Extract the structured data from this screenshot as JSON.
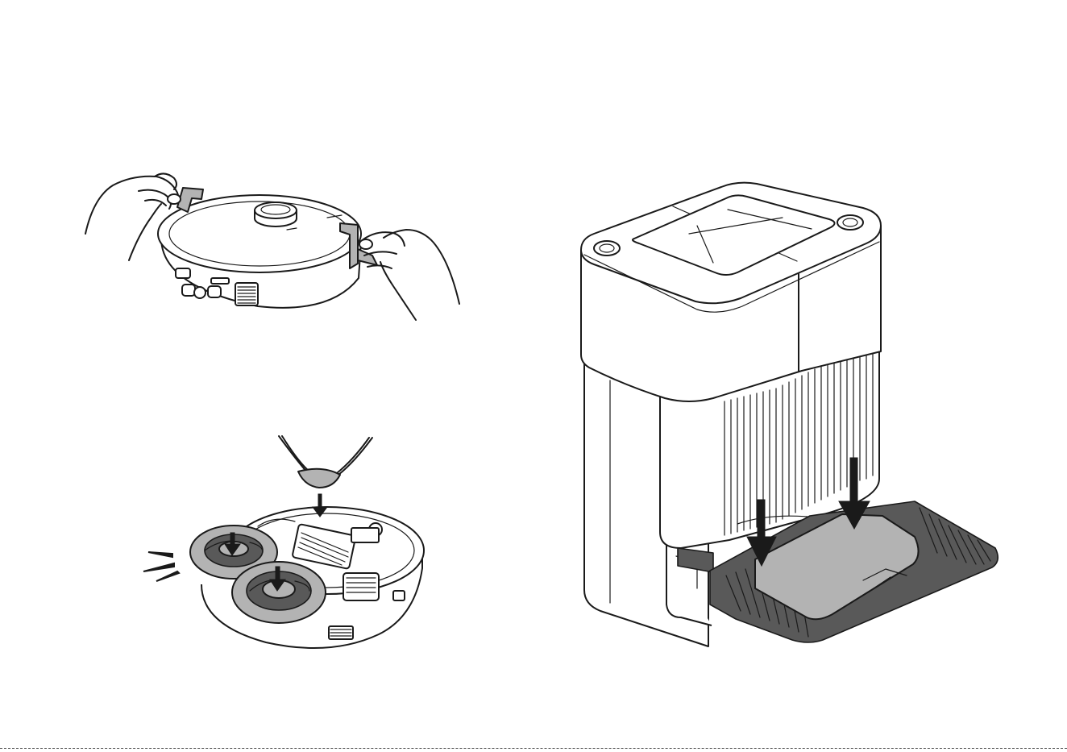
{
  "colors": {
    "ink": "#1a1a1a",
    "grey": "#b3b3b3",
    "dark": "#595959",
    "paper": "#ffffff"
  },
  "panels": [
    {
      "id": "remove-protective-strips",
      "icons": [
        "hand-icon",
        "protective-strip-icon",
        "robot-vacuum-icon"
      ]
    },
    {
      "id": "install-side-brush-and-mop-pads",
      "icons": [
        "side-brush-icon",
        "mop-pad-icon",
        "down-arrow-icon",
        "click-sound-icon",
        "robot-vacuum-underside-icon"
      ]
    },
    {
      "id": "attach-ramp-to-dock",
      "icons": [
        "docking-station-icon",
        "ramp-icon",
        "down-arrow-icon"
      ]
    }
  ]
}
